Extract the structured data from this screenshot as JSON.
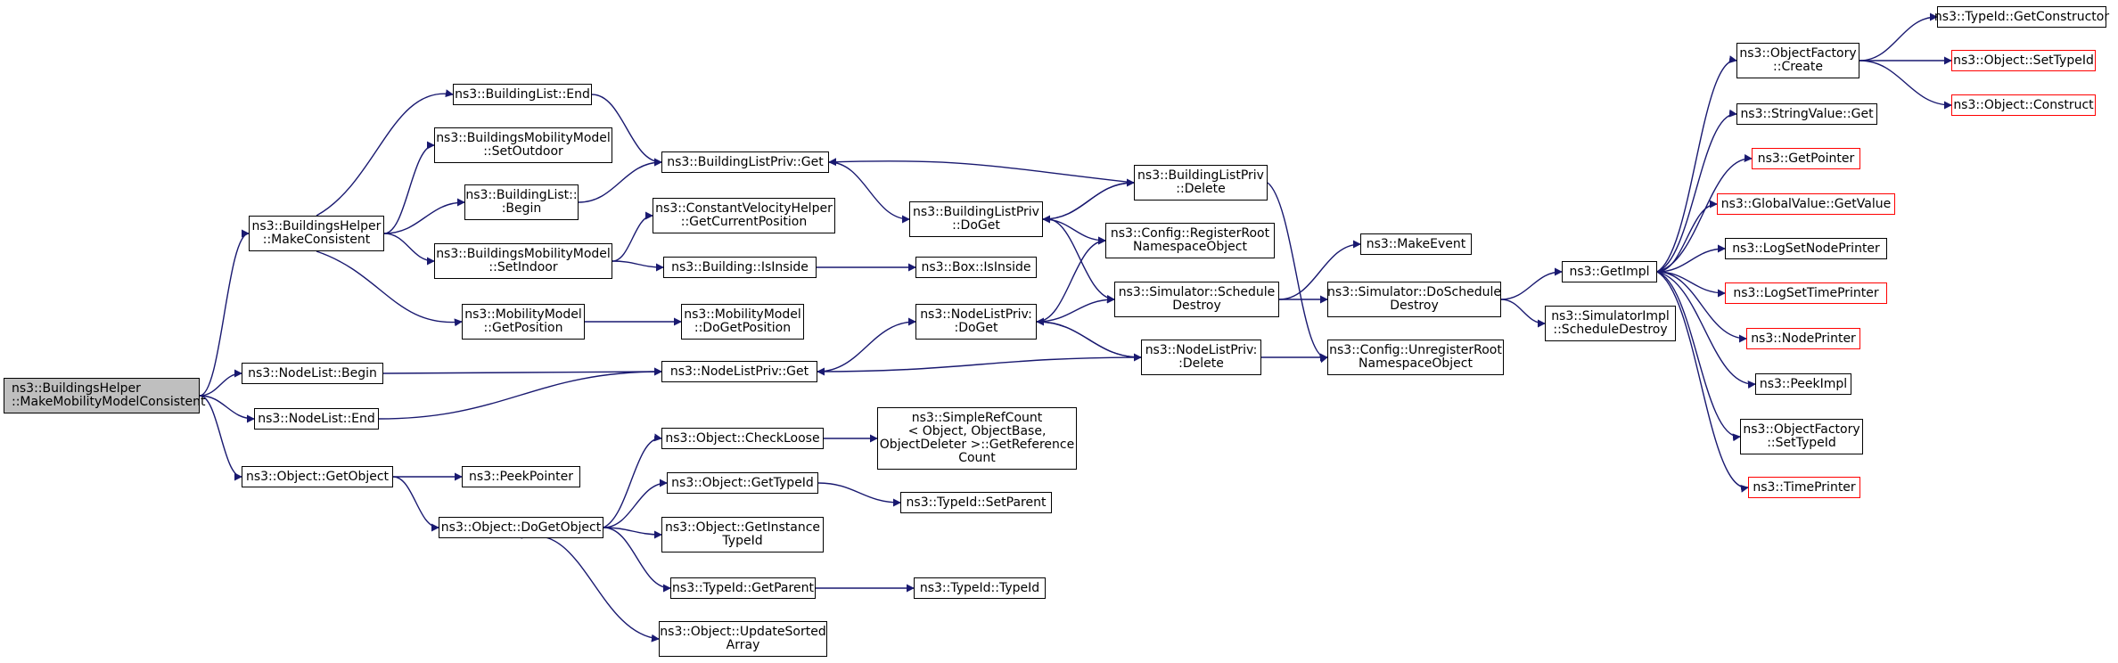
{
  "colors": {
    "edge": "#191970",
    "node_border": "#000000",
    "truncated_border": "#ff0000",
    "root_fill": "#bfbfbf",
    "background": "#ffffff"
  },
  "nodes": {
    "make_mobility_model_consistent": [
      "ns3::BuildingsHelper",
      "::MakeMobilityModelConsistent"
    ],
    "make_consistent": [
      "ns3::BuildingsHelper",
      "::MakeConsistent"
    ],
    "nodelist_begin": [
      "ns3::NodeList::Begin"
    ],
    "nodelist_end": [
      "ns3::NodeList::End"
    ],
    "object_getobject": [
      "ns3::Object::GetObject"
    ],
    "buildinglist_end": [
      "ns3::BuildingList::End"
    ],
    "set_outdoor": [
      "ns3::BuildingsMobilityModel",
      "::SetOutdoor"
    ],
    "buildinglist_begin": [
      "ns3::BuildingList::",
      ":Begin"
    ],
    "set_indoor": [
      "ns3::BuildingsMobilityModel",
      "::SetIndoor"
    ],
    "mobility_get_position": [
      "ns3::MobilityModel",
      "::GetPosition"
    ],
    "peek_pointer": [
      "ns3::PeekPointer"
    ],
    "object_dogetobject": [
      "ns3::Object::DoGetObject"
    ],
    "buildinglistpriv_get": [
      "ns3::BuildingListPriv::Get"
    ],
    "cv_get_current_position": [
      "ns3::ConstantVelocityHelper",
      "::GetCurrentPosition"
    ],
    "building_isinside": [
      "ns3::Building::IsInside"
    ],
    "mobility_do_get_position": [
      "ns3::MobilityModel",
      "::DoGetPosition"
    ],
    "nodelistpriv_get": [
      "ns3::NodeListPriv::Get"
    ],
    "object_checkloose": [
      "ns3::Object::CheckLoose"
    ],
    "object_gettypeid": [
      "ns3::Object::GetTypeId"
    ],
    "object_getinstancetypeid": [
      "ns3::Object::GetInstance",
      "TypeId"
    ],
    "typeid_getparent": [
      "ns3::TypeId::GetParent"
    ],
    "object_updatesortedarray": [
      "ns3::Object::UpdateSorted",
      "Array"
    ],
    "buildinglistpriv_doget": [
      "ns3::BuildingListPriv",
      "::DoGet"
    ],
    "box_isinside": [
      "ns3::Box::IsInside"
    ],
    "nodelistpriv_doget": [
      "ns3::NodeListPriv:",
      ":DoGet"
    ],
    "simplerefcount": [
      "ns3::SimpleRefCount",
      "< Object, ObjectBase,",
      "ObjectDeleter >::GetReference",
      "Count"
    ],
    "typeid_setparent": [
      "ns3::TypeId::SetParent"
    ],
    "typeid_typeid": [
      "ns3::TypeId::TypeId"
    ],
    "buildinglistpriv_delete": [
      "ns3::BuildingListPriv",
      "::Delete"
    ],
    "config_registerroot": [
      "ns3::Config::RegisterRoot",
      "NamespaceObject"
    ],
    "simulator_scheduledestroy": [
      "ns3::Simulator::Schedule",
      "Destroy"
    ],
    "nodelistpriv_delete": [
      "ns3::NodeListPriv:",
      ":Delete"
    ],
    "make_event": [
      "ns3::MakeEvent"
    ],
    "simulator_doscheduledestroy": [
      "ns3::Simulator::DoSchedule",
      "Destroy"
    ],
    "config_unregisterroot": [
      "ns3::Config::UnregisterRoot",
      "NamespaceObject"
    ],
    "getimpl": [
      "ns3::GetImpl"
    ],
    "simulatorimpl_scheduledestroy": [
      "ns3::SimulatorImpl",
      "::ScheduleDestroy"
    ],
    "objectfactory_create": [
      "ns3::ObjectFactory",
      "::Create"
    ],
    "stringvalue_get": [
      "ns3::StringValue::Get"
    ],
    "getpointer": [
      "ns3::GetPointer"
    ],
    "globalvalue_getvalue": [
      "ns3::GlobalValue::GetValue"
    ],
    "logsetnodeprinter": [
      "ns3::LogSetNodePrinter"
    ],
    "logsettimeprinter": [
      "ns3::LogSetTimePrinter"
    ],
    "nodeprinter": [
      "ns3::NodePrinter"
    ],
    "peekimpl": [
      "ns3::PeekImpl"
    ],
    "objectfactory_settypeid": [
      "ns3::ObjectFactory",
      "::SetTypeId"
    ],
    "timeprinter": [
      "ns3::TimePrinter"
    ],
    "typeid_getconstructor": [
      "ns3::TypeId::GetConstructor"
    ],
    "object_settypeid": [
      "ns3::Object::SetTypeId"
    ],
    "object_construct": [
      "ns3::Object::Construct"
    ]
  }
}
